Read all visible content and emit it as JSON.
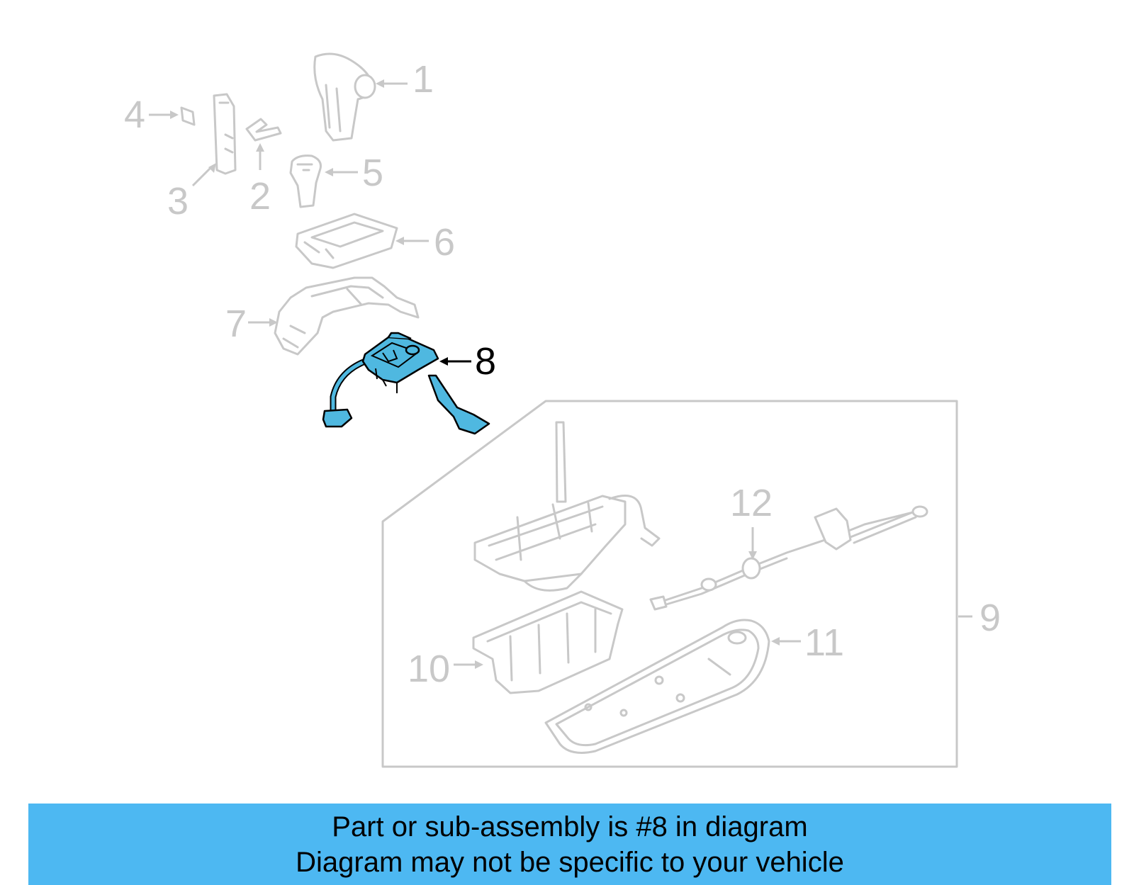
{
  "diagram": {
    "callouts": [
      "1",
      "2",
      "3",
      "4",
      "5",
      "6",
      "7",
      "8",
      "9",
      "10",
      "11",
      "12"
    ],
    "highlighted_part": "8",
    "highlight_color": "#4fb8e0",
    "inactive_color": "#c8c8c8"
  },
  "banner": {
    "line1": "Part or sub-assembly is #8 in diagram",
    "line2": "Diagram may not be specific to your vehicle",
    "color": "#4db8f2"
  }
}
